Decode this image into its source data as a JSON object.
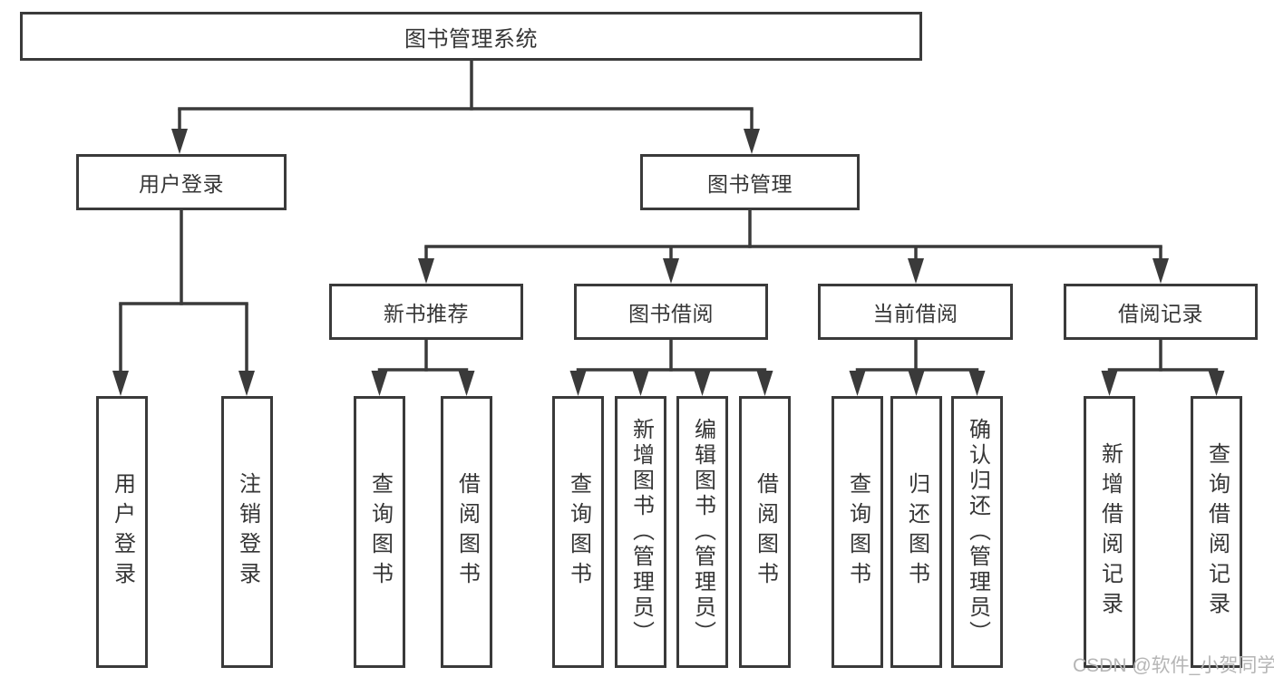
{
  "tree": {
    "label": "图书管理系统",
    "children": [
      {
        "label": "用户登录",
        "children": [
          {
            "label": "用户登录"
          },
          {
            "label": "注销登录"
          }
        ]
      },
      {
        "label": "图书管理",
        "children": [
          {
            "label": "新书推荐",
            "children": [
              {
                "label": "查询图书"
              },
              {
                "label": "借阅图书"
              }
            ]
          },
          {
            "label": "图书借阅",
            "children": [
              {
                "label": "查询图书"
              },
              {
                "label": "新增图书（管理员）"
              },
              {
                "label": "编辑图书（管理员）"
              },
              {
                "label": "借阅图书"
              }
            ]
          },
          {
            "label": "当前借阅",
            "children": [
              {
                "label": "查询图书"
              },
              {
                "label": "归还图书"
              },
              {
                "label": "确认归还（管理员）"
              }
            ]
          },
          {
            "label": "借阅记录",
            "children": [
              {
                "label": "新增借阅记录"
              },
              {
                "label": "查询借阅记录"
              }
            ]
          }
        ]
      }
    ]
  },
  "watermark": "CSDN @软件_小贺同学",
  "colors": {
    "line": "#3a3a3a",
    "text": "#363636",
    "watermark": "#b5b5b5",
    "background": "#ffffff"
  }
}
